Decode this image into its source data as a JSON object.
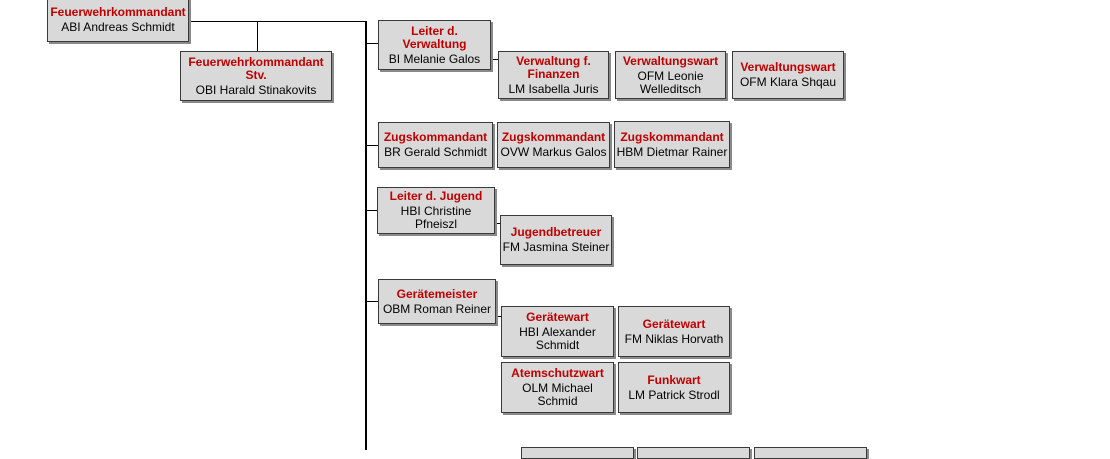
{
  "chart_data": {
    "type": "org-chart",
    "nodes": [
      {
        "id": "kommandant",
        "role": "Feuerwehrkommandant",
        "name": "ABI Andreas Schmidt"
      },
      {
        "id": "kommandant-stv",
        "role": "Feuerwehrkommandant Stv.",
        "name": "OBI Harald Stinakovits"
      },
      {
        "id": "leiter-verwaltung",
        "role": "Leiter d. Verwaltung",
        "name": "BI Melanie Galos"
      },
      {
        "id": "verwaltung-finanzen",
        "role": "Verwaltung f. Finanzen",
        "name": "LM Isabella Juris"
      },
      {
        "id": "verwaltungswart-1",
        "role": "Verwaltungswart",
        "name": "OFM Leonie Welleditsch"
      },
      {
        "id": "verwaltungswart-2",
        "role": "Verwaltungswart",
        "name": "OFM Klara Shqau"
      },
      {
        "id": "zugskommandant-1",
        "role": "Zugskommandant",
        "name": "BR Gerald Schmidt"
      },
      {
        "id": "zugskommandant-2",
        "role": "Zugskommandant",
        "name": "OVW Markus Galos"
      },
      {
        "id": "zugskommandant-3",
        "role": "Zugskommandant",
        "name": "HBM Dietmar Rainer"
      },
      {
        "id": "leiter-jugend",
        "role": "Leiter d. Jugend",
        "name": "HBI Christine Pfneiszl"
      },
      {
        "id": "jugendbetreuer",
        "role": "Jugendbetreuer",
        "name": "FM Jasmina Steiner"
      },
      {
        "id": "geraetemeister",
        "role": "Gerätemeister",
        "name": "OBM Roman Reiner"
      },
      {
        "id": "geraetewart-1",
        "role": "Gerätewart",
        "name": "HBI Alexander Schmidt"
      },
      {
        "id": "geraetewart-2",
        "role": "Gerätewart",
        "name": "FM Niklas Horvath"
      },
      {
        "id": "atemschutzwart",
        "role": "Atemschutzwart",
        "name": "OLM Michael Schmid"
      },
      {
        "id": "funkwart",
        "role": "Funkwart",
        "name": "LM Patrick Strodl"
      },
      {
        "id": "partial-1",
        "role": "",
        "name": ""
      },
      {
        "id": "partial-2",
        "role": "",
        "name": ""
      },
      {
        "id": "partial-3",
        "role": "",
        "name": ""
      }
    ]
  }
}
